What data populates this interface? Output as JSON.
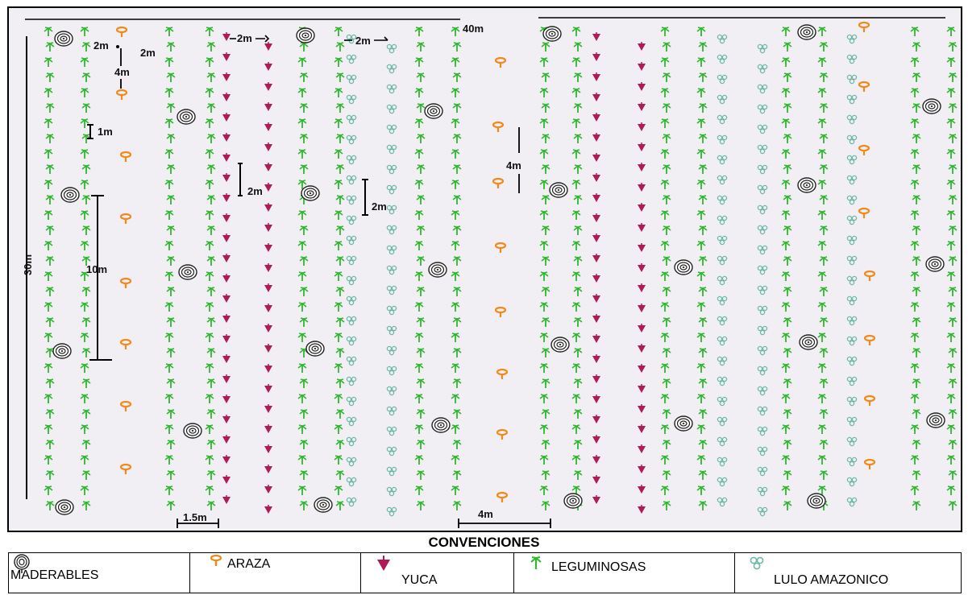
{
  "diagram": {
    "caption": "CONVENCIONES",
    "dimensions": {
      "width_total": "40m",
      "height_total": "30m",
      "spacing_2m_a": "2m",
      "spacing_2m_b": "2m",
      "spacing_2m_c": "2m",
      "spacing_2m_d": "2m",
      "spacing_2m_e": "2m",
      "spacing_2m_f": "2m",
      "spacing_4m_a": "4m",
      "spacing_4m_b": "4m",
      "spacing_1m": "1m",
      "spacing_10m": "10m",
      "spacing_15m": "1.5m",
      "spacing_4m_bottom": "4m"
    },
    "colors": {
      "background": "#f1eff3",
      "maderables": "#222222",
      "araza": "#f08a1a",
      "yuca": "#b01a55",
      "leguminosas": "#2eb82e",
      "lulo": "#6fb8a8"
    }
  },
  "legend": [
    {
      "key": "maderables",
      "label": "MADERABLES",
      "icon": "tree-ring-icon"
    },
    {
      "key": "araza",
      "label": "ARAZA",
      "icon": "araza-icon"
    },
    {
      "key": "yuca",
      "label": "YUCA",
      "icon": "yuca-icon"
    },
    {
      "key": "leguminosas",
      "label": "LEGUMINOSAS",
      "icon": "leguminosa-icon"
    },
    {
      "key": "lulo",
      "label": "LULO  AMAZONICO",
      "icon": "lulo-icon"
    }
  ]
}
